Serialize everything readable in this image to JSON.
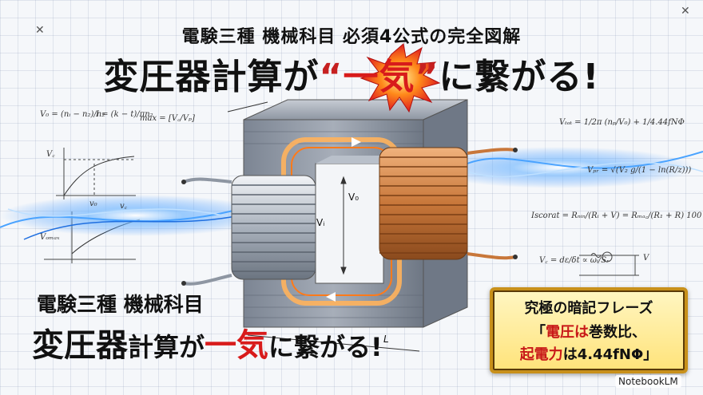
{
  "header": {
    "subtitle": "電験三種 機械科目 必須4公式の完全図解",
    "title_part1": "変圧器計算が",
    "title_open_quote": "“",
    "title_highlight": "一気",
    "title_close_quote": "”",
    "title_part2": "に繋がる!"
  },
  "bottom_left": {
    "subtitle": "電験三種 機械科目",
    "title_part1": "変圧器",
    "title_part2": "計算が",
    "title_highlight": "一気",
    "title_part3": "に繋がる!"
  },
  "phrase_box": {
    "title": "究極の暗記フレーズ",
    "line1_open": "「",
    "line1_red": "電圧は",
    "line1_rest": "巻数比、",
    "line2_red": "起電力",
    "line2_mid": "は",
    "line2_rest": "4.44fNΦ」"
  },
  "diagram_labels": {
    "primary_voltage": "Vᵢ",
    "secondary_voltage": "V₀",
    "length_label": "L"
  },
  "formulas": {
    "f1": "V₀ = (nᵢ − n₂)/n₂",
    "f2": "I = (k − t)/πn₂",
    "f3": "max = [V꜀/Vₚ]",
    "f4": "V꜀",
    "f5": "v₀",
    "f6": "v꜀",
    "f7": "Vₒₘₐₓ",
    "f8": "Vₜₒₜ = 1/2π (nₚ/V₀) + 1/4.44fNΦ",
    "f9": "Vₚᵣ = √(V₂ g/(1 − ln(R/z)))",
    "f10": "Iscorat = Rₙᵢₙ/(Rᵢ + V) = Rₘₐ꜀/(R₁ + R) 100",
    "f11": "V꜀ = dε/δt ∝ ωᵢ/Sᵣ",
    "f12": "V"
  },
  "watermark": "NotebookLM",
  "colors": {
    "accent_red": "#d81b1b",
    "copper": "#c8773a",
    "core": "#8c95a3",
    "spark_blue": "#2f8cff",
    "gold": "#f3c53a"
  }
}
